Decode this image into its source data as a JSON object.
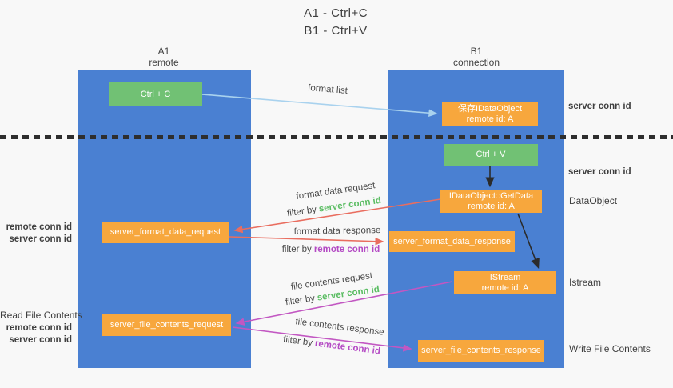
{
  "title": {
    "line1": "A1 - Ctrl+C",
    "line2": "B1 - Ctrl+V"
  },
  "lanes": {
    "a": {
      "id": "A1",
      "role": "remote"
    },
    "b": {
      "id": "B1",
      "role": "connection"
    }
  },
  "nodes": {
    "ctrl_c": {
      "label": "Ctrl + C"
    },
    "save_idataobject": {
      "line1": "保存IDataObject",
      "line2": "remote id: A"
    },
    "ctrl_v": {
      "label": "Ctrl + V"
    },
    "getdata": {
      "line1": "IDataObject::GetData",
      "line2": "remote id: A"
    },
    "server_format_data_request": {
      "label": "server_format_data_request"
    },
    "server_format_data_response": {
      "label": "server_format_data_response"
    },
    "istream": {
      "line1": "IStream",
      "line2": "remote id: A"
    },
    "server_file_contents_request": {
      "label": "server_file_contents_request"
    },
    "server_file_contents_response": {
      "label": "server_file_contents_response"
    }
  },
  "flow_labels": {
    "format_list": "format list",
    "format_data_request": "format data request",
    "format_data_response": "format data response",
    "file_contents_request": "file contents request",
    "file_contents_response": "file contents response",
    "filter_by": "filter by",
    "server_conn_id": "server conn id",
    "remote_conn_id": "remote conn id"
  },
  "annotations": {
    "right": {
      "server_conn_id_top": "server conn id",
      "server_conn_id_mid": "server conn id",
      "dataobject": "DataObject",
      "istream": "Istream",
      "write_file_contents": "Write File Contents"
    },
    "left": {
      "remote_conn_id_1": "remote conn id",
      "server_conn_id_1": "server conn id",
      "read_file_contents": "Read File Contents",
      "remote_conn_id_2": "remote conn id",
      "server_conn_id_2": "server conn id"
    }
  },
  "colors": {
    "lane_blue": "#4a80d2",
    "node_green": "#71c174",
    "node_orange": "#f7a73d",
    "arrow_light_blue": "#a9d2ee",
    "arrow_red": "#e96d5f",
    "arrow_magenta": "#c257c2",
    "arrow_black": "#2b2b2b",
    "text_green": "#5bbd63",
    "text_purple": "#b44ac4"
  }
}
